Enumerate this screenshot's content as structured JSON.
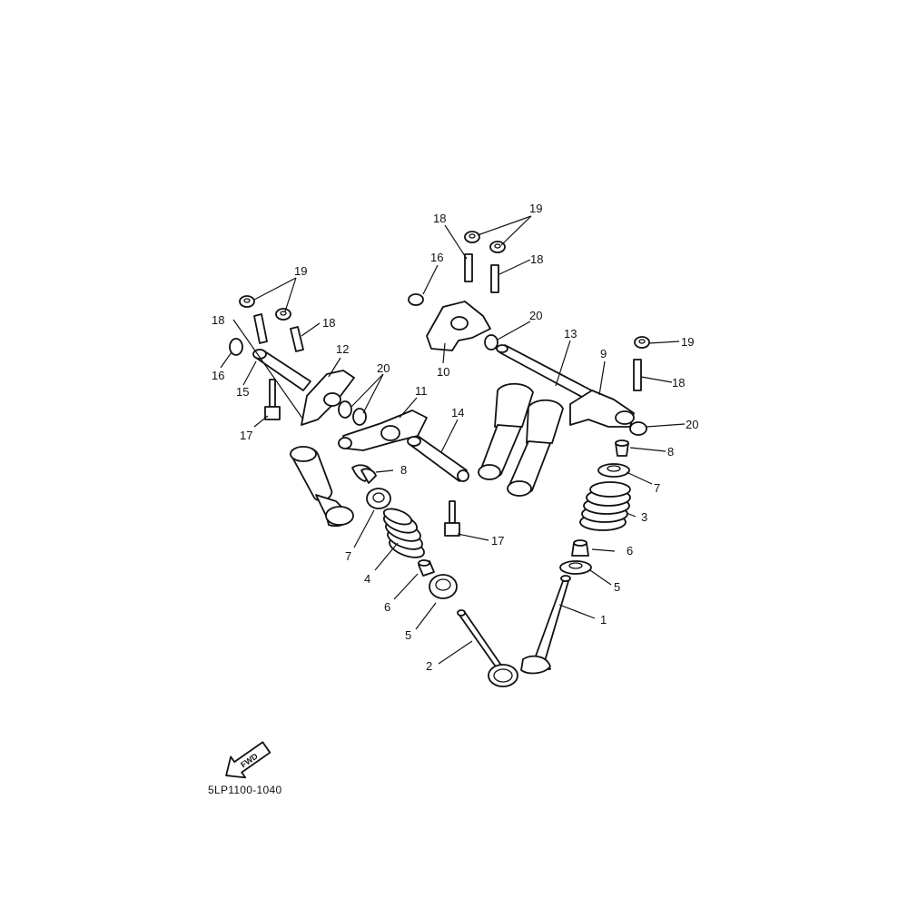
{
  "diagram": {
    "code": "5LP1100-1040",
    "fwd_label": "FWD",
    "callouts": [
      {
        "id": "c1",
        "text": "1"
      },
      {
        "id": "c2",
        "text": "2"
      },
      {
        "id": "c3",
        "text": "3"
      },
      {
        "id": "c4",
        "text": "4"
      },
      {
        "id": "c5a",
        "text": "5"
      },
      {
        "id": "c5b",
        "text": "5"
      },
      {
        "id": "c6a",
        "text": "6"
      },
      {
        "id": "c6b",
        "text": "6"
      },
      {
        "id": "c7a",
        "text": "7"
      },
      {
        "id": "c7b",
        "text": "7"
      },
      {
        "id": "c8a",
        "text": "8"
      },
      {
        "id": "c8b",
        "text": "8"
      },
      {
        "id": "c9",
        "text": "9"
      },
      {
        "id": "c10",
        "text": "10"
      },
      {
        "id": "c11",
        "text": "11"
      },
      {
        "id": "c12",
        "text": "12"
      },
      {
        "id": "c13",
        "text": "13"
      },
      {
        "id": "c14",
        "text": "14"
      },
      {
        "id": "c15",
        "text": "15"
      },
      {
        "id": "c16a",
        "text": "16"
      },
      {
        "id": "c16b",
        "text": "16"
      },
      {
        "id": "c17a",
        "text": "17"
      },
      {
        "id": "c17b",
        "text": "17"
      },
      {
        "id": "c18a",
        "text": "18"
      },
      {
        "id": "c18b",
        "text": "18"
      },
      {
        "id": "c18c",
        "text": "18"
      },
      {
        "id": "c18d",
        "text": "18"
      },
      {
        "id": "c18e",
        "text": "18"
      },
      {
        "id": "c19a",
        "text": "19"
      },
      {
        "id": "c19b",
        "text": "19"
      },
      {
        "id": "c19c",
        "text": "19"
      },
      {
        "id": "c20a",
        "text": "20"
      },
      {
        "id": "c20b",
        "text": "20"
      },
      {
        "id": "c20c",
        "text": "20"
      }
    ]
  }
}
